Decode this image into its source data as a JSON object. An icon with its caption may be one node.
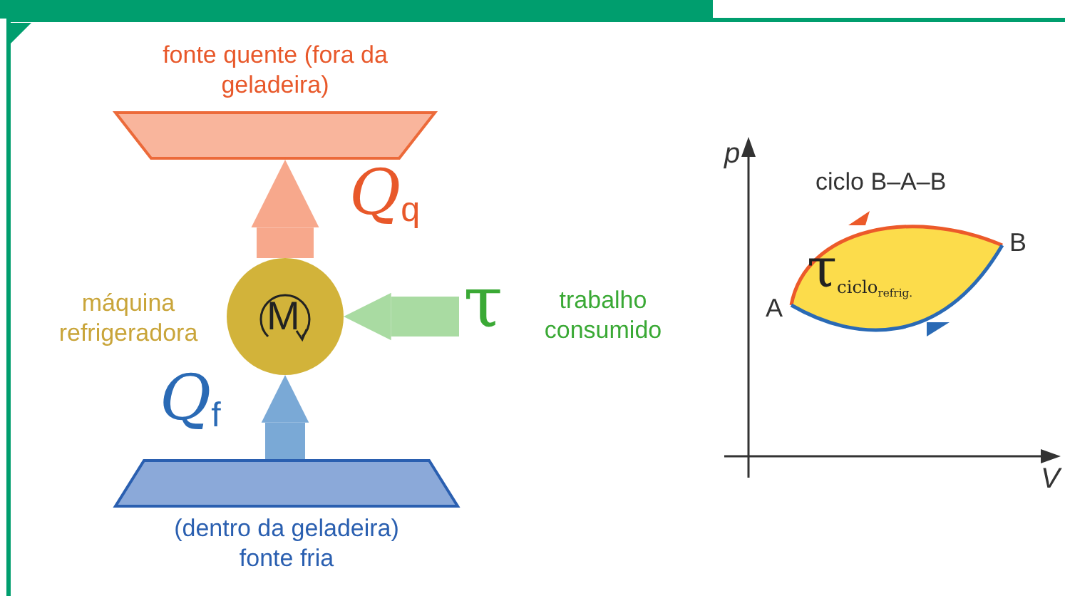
{
  "diagram": {
    "nodes": [
      {
        "text": [
          "fonte quente (fora da geladeira)"
        ]
      },
      {
        "text": [
          "M"
        ],
        "beside": [
          "máquina refrigeradora"
        ]
      },
      {
        "text": [
          "(dentro da geladeira) fonte fria"
        ]
      },
      {
        "text": [
          "τ",
          "trabalho consumido"
        ]
      }
    ],
    "edges": [
      {
        "from": 1,
        "to": 0,
        "arrow": "to",
        "label": "Q$_{q}$",
        "color": "#f7a88c"
      },
      {
        "from": 2,
        "to": 1,
        "arrow": "to",
        "label": "Q$_{f}$",
        "color": "#7aa9d6"
      },
      {
        "from": 3,
        "to": 1,
        "arrow": "to",
        "color": "#a9dba2"
      }
    ],
    "labels": [
      "p",
      "ciclo B–A–B",
      "B",
      "τ$_{ciclo}$$_{refrig.}$",
      "A",
      "V"
    ]
  }
}
